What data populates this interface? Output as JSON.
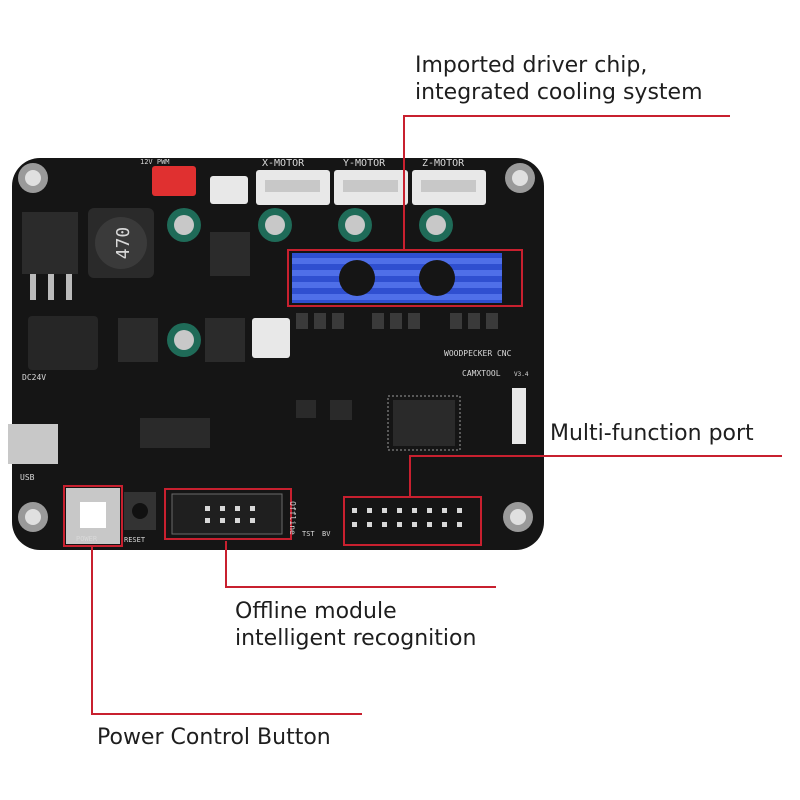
{
  "callouts": {
    "driver_chip": "Imported driver chip,\nintegrated cooling system",
    "multi_port": "Multi-function port",
    "offline_module": "Offline module\nintelligent recognition",
    "power_button": "Power Control Button"
  },
  "board": {
    "x_motor": "X-MOTOR",
    "y_motor": "Y-MOTOR",
    "z_motor": "Z-MOTOR",
    "inductor_value": "470",
    "brand_line1": "WOODPECKER CNC",
    "brand_line2": "CAMXTOOL",
    "version": "V3.4",
    "dc_label": "DC24V",
    "usb_label": "USB",
    "power_label": "POWER",
    "reset_label": "RESET",
    "offline_label": "Offline",
    "fan_label": "12V PWM",
    "tst_label": "TST",
    "bv_label": "BV"
  },
  "colors": {
    "board": "#151515",
    "heatsink": "#2f4fd0",
    "callout_line": "#c8202f",
    "connector": "#e8e8e8",
    "fan_connector": "#e03030"
  }
}
